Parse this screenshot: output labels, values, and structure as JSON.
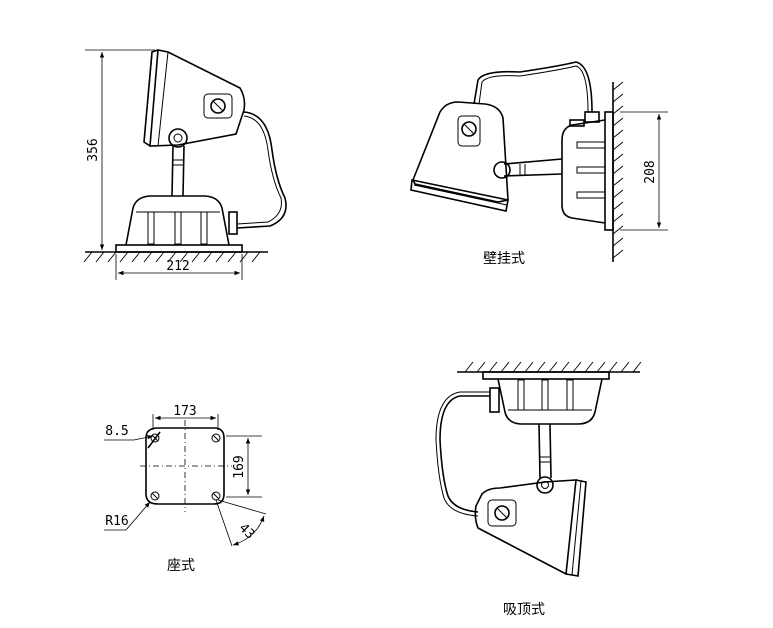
{
  "views": {
    "floor": {
      "height": "356",
      "width": "212"
    },
    "wall": {
      "caption": "壁挂式",
      "height": "208"
    },
    "seat": {
      "caption": "座式",
      "width": "173",
      "height": "169",
      "hole": "8.5",
      "radius": "R16",
      "angle": "43"
    },
    "ceiling": {
      "caption": "吸顶式"
    }
  }
}
